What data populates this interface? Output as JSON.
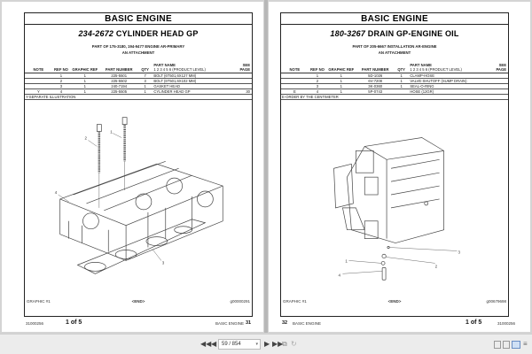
{
  "left_page": {
    "section_title": "BASIC ENGINE",
    "group_number": "234-2672",
    "group_name": "CYLINDER HEAD GP",
    "part_of_line1": "PART OF 175-3180, 194-9477 ENGINE AR-PRIMARY",
    "part_of_line2": "AN ATTACHMENT",
    "columns": {
      "note": "NOTE",
      "ref_no": "REF NO",
      "graphic_ref": "GRAPHIC REF",
      "part_number": "PART NUMBER",
      "qty": "QTY",
      "part_name": "PART NAME",
      "part_name_sub": "1 2 3 4 5 6 (PRODUCT LEVEL)",
      "see_page": "SEE PAGE"
    },
    "rows": [
      {
        "note": "",
        "ref": "1",
        "graphic": "1",
        "part_number": "225-5501",
        "qty": "7",
        "name": "BOLT (6T501,6X127 MM)",
        "see_page": ""
      },
      {
        "note": "",
        "ref": "2",
        "graphic": "1",
        "part_number": "225-5502",
        "qty": "3",
        "name": "BOLT (6T501,6X102 MM)",
        "see_page": ""
      },
      {
        "note": "",
        "ref": "3",
        "graphic": "1",
        "part_number": "240-7194",
        "qty": "1",
        "name": "GASKET HEAD",
        "see_page": ""
      },
      {
        "note": "Y",
        "ref": "4",
        "graphic": "1",
        "part_number": "225-5505",
        "qty": "1",
        "name": "CYLINDER HEAD GP",
        "see_page": "30"
      }
    ],
    "footnote": "Y-SEPARATE ILLUSTRATION",
    "callouts": [
      "1",
      "2",
      "3",
      "4"
    ],
    "graphic_label": "GRAPHIC #1",
    "end_marker": "<END>",
    "graphic_id": "g00000291",
    "footer": {
      "doc_id": "31000256",
      "page_of": "1 of 5",
      "section": "BASIC ENGINE",
      "page_number": "31"
    }
  },
  "right_page": {
    "section_title": "BASIC ENGINE",
    "group_number": "180-3267",
    "group_name": "DRAIN GP-ENGINE OIL",
    "part_of_line1": "PART OF 205-6667 INSTALLATION AR-ENGINE",
    "part_of_line2": "AN ATTACHMENT",
    "columns": {
      "note": "NOTE",
      "ref_no": "REF NO",
      "graphic_ref": "GRAPHIC REF",
      "part_number": "PART NUMBER",
      "qty": "QTY",
      "part_name": "PART NAME",
      "part_name_sub": "1 2 3 4 5 6 (PRODUCT LEVEL)",
      "see_page": "SEE PAGE"
    },
    "rows": [
      {
        "note": "",
        "ref": "1",
        "graphic": "1",
        "part_number": "5D-1026",
        "qty": "1",
        "name": "CLAMP-HOSE",
        "see_page": ""
      },
      {
        "note": "",
        "ref": "2",
        "graphic": "1",
        "part_number": "6V-7208",
        "qty": "1",
        "name": "VALVE-SHUTOFF (SUMP DRAIN)",
        "see_page": ""
      },
      {
        "note": "",
        "ref": "3",
        "graphic": "1",
        "part_number": "3K-0360",
        "qty": "1",
        "name": "SEAL-O-RING",
        "see_page": ""
      },
      {
        "note": "E",
        "ref": "4",
        "graphic": "1",
        "part_number": "5P-0743",
        "qty": "",
        "name": "HOSE (12GR)",
        "see_page": ""
      }
    ],
    "footnote": "E-ORDER BY THE CENTIMETER",
    "callouts": [
      "1",
      "2",
      "3",
      "4"
    ],
    "graphic_label": "GRAPHIC #1",
    "end_marker": "<END>",
    "graphic_id": "g00679698",
    "footer": {
      "doc_id": "31000256",
      "page_of": "1 of 5",
      "section": "BASIC ENGINE",
      "page_number": "32"
    }
  },
  "toolbar": {
    "first_page_icon": "first-page-icon",
    "prev_page_icon": "prev-page-icon",
    "page_indicator": "59 / 854",
    "next_page_icon": "next-page-icon",
    "last_page_icon": "last-page-icon",
    "copy_icon": "copy-icon",
    "rotate_icon": "rotate-icon",
    "view_modes": [
      "single-page",
      "continuous",
      "two-page",
      "two-page-continuous"
    ],
    "active_view_mode": "two-page"
  },
  "colors": {
    "background": "#d4d4d4",
    "page": "#ffffff",
    "border": "#222222",
    "toolbar": "#ececec",
    "active_view": "#cfe0f5"
  }
}
